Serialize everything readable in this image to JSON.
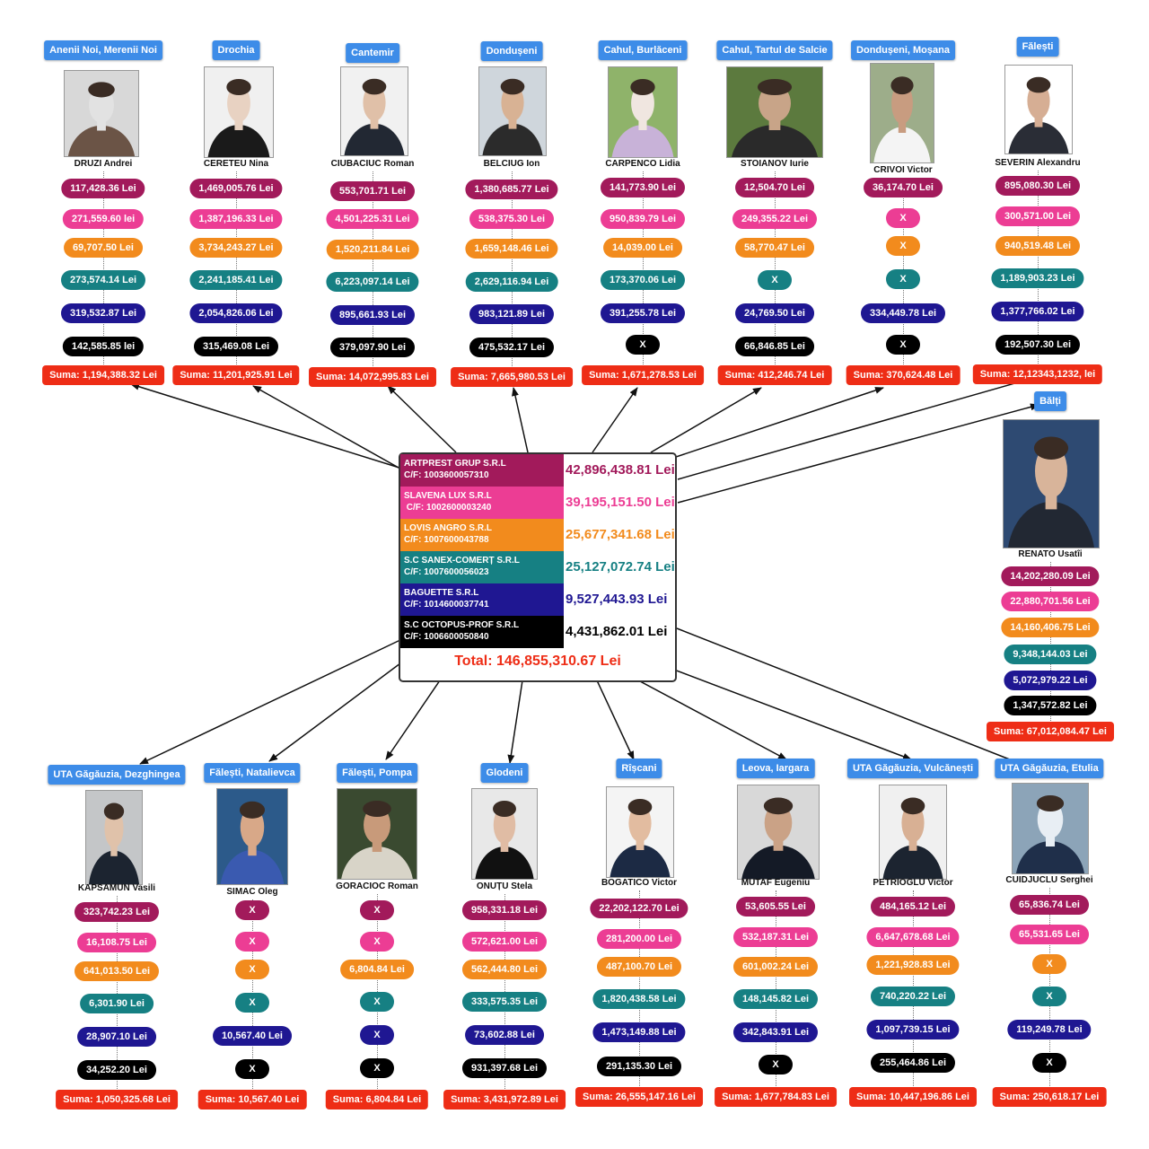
{
  "colors": [
    "#a21a5b",
    "#ec3d94",
    "#f28b1d",
    "#168083",
    "#1f1792",
    "#000000"
  ],
  "companies": [
    {
      "name": "ARTPREST GRUP S.R.L",
      "cf": "C/F: 1003600057310",
      "amount": "42,896,438.81 Lei",
      "color": "#a21a5b"
    },
    {
      "name": "SLAVENA LUX S.R.L",
      "cf": " C/F: 1002600003240",
      "amount": "39,195,151.50 Lei",
      "color": "#ec3d94"
    },
    {
      "name": "LOVIS ANGRO S.R.L",
      "cf": "C/F: 1007600043788",
      "amount": "25,677,341.68 Lei",
      "color": "#f28b1d"
    },
    {
      "name": "S.C SANEX-COMERȚ S.R.L",
      "cf": "C/F: 1007600056023",
      "amount": "25,127,072.74 Lei",
      "color": "#168083"
    },
    {
      "name": "BAGUETTE S.R.L",
      "cf": "C/F: 1014600037741",
      "amount": "9,527,443.93 Lei",
      "color": "#1f1792"
    },
    {
      "name": "S.C OCTOPUS-PROF S.R.L",
      "cf": "C/F: 1006600050840",
      "amount": "4,431,862.01 Lei",
      "color": "#000000"
    }
  ],
  "total": "Total: 146,855,310.67 Lei",
  "people": [
    {
      "location": "Anenii Noi, Merenii Noi",
      "name": "DRUZI Andrei",
      "values": [
        "117,428.36 Lei",
        "271,559.60 lei",
        "69,707.50 Lei",
        "273,574.14 Lei",
        "319,532.87 Lei",
        "142,585.85 lei"
      ],
      "suma": "Suma: 1,194,388.32 Lei"
    },
    {
      "location": "Drochia",
      "name": "CERETEU Nina",
      "values": [
        "1,469,005.76 Lei",
        "1,387,196.33 Lei",
        "3,734,243.27 Lei",
        "2,241,185.41 Lei",
        "2,054,826.06 Lei",
        "315,469.08 Lei"
      ],
      "suma": "Suma: 11,201,925.91 Lei"
    },
    {
      "location": "Cantemir",
      "name": "CIUBACIUC Roman",
      "values": [
        "553,701.71 Lei",
        "4,501,225.31 Lei",
        "1,520,211.84 Lei",
        "6,223,097.14 Lei",
        "895,661.93 Lei",
        "379,097.90 Lei"
      ],
      "suma": "Suma: 14,072,995.83 Lei"
    },
    {
      "location": "Dondușeni",
      "name": "BELCIUG Ion",
      "values": [
        "1,380,685.77 Lei",
        "538,375.30 Lei",
        "1,659,148.46 Lei",
        "2,629,116.94 Lei",
        "983,121.89 Lei",
        "475,532.17 Lei"
      ],
      "suma": "Suma: 7,665,980.53 Lei"
    },
    {
      "location": "Cahul, Burlăceni",
      "name": "CARPENCO Lidia",
      "values": [
        "141,773.90 Lei",
        "950,839.79 Lei",
        "14,039.00 Lei",
        "173,370.06 Lei",
        "391,255.78 Lei",
        "X"
      ],
      "suma": "Suma: 1,671,278.53 Lei"
    },
    {
      "location": "Cahul, Tartul de Salcie",
      "name": "STOIANOV Iurie",
      "values": [
        "12,504.70 Lei",
        "249,355.22 Lei",
        "58,770.47 Lei",
        "X",
        "24,769.50 Lei",
        "66,846.85 Lei"
      ],
      "suma": "Suma: 412,246.74 Lei"
    },
    {
      "location": "Dondușeni, Moșana",
      "name": "CRIVOI Victor",
      "values": [
        "36,174.70 Lei",
        "X",
        "X",
        "X",
        "334,449.78 Lei",
        "X"
      ],
      "suma": "Suma: 370,624.48 Lei"
    },
    {
      "location": "Fălești",
      "name": "SEVERIN Alexandru",
      "values": [
        "895,080.30 Lei",
        "300,571.00 Lei",
        "940,519.48 Lei",
        "1,189,903.23 Lei",
        "1,377,766.02 Lei",
        "192,507.30 Lei"
      ],
      "suma": "Suma: 12,12343,1232, lei"
    },
    {
      "location": "Bălți",
      "name": "RENATO Usatîi",
      "values": [
        "14,202,280.09 Lei",
        "22,880,701.56 Lei",
        "14,160,406.75 Lei",
        "9,348,144.03 Lei",
        "5,072,979.22 Lei",
        "1,347,572.82 Lei"
      ],
      "suma": "Suma: 67,012,084.47 Lei"
    },
    {
      "location": "UTA Găgăuzia, Dezghingea",
      "name": "KAPSAMUN Vasili",
      "values": [
        "323,742.23 Lei",
        "16,108.75 Lei",
        "641,013.50 Lei",
        "6,301.90 Lei",
        "28,907.10 Lei",
        "34,252.20 Lei"
      ],
      "suma": "Suma: 1,050,325.68 Lei"
    },
    {
      "location": "Fălești, Natalievca",
      "name": "SIMAC Oleg",
      "values": [
        "X",
        "X",
        "X",
        "X",
        "10,567.40 Lei",
        "X"
      ],
      "suma": "Suma: 10,567.40 Lei"
    },
    {
      "location": "Fălești, Pompa",
      "name": "GORACIOC Roman",
      "values": [
        "X",
        "X",
        "6,804.84 Lei",
        "X",
        "X",
        "X"
      ],
      "suma": "Suma: 6,804.84 Lei"
    },
    {
      "location": "Glodeni",
      "name": "ONUȚU Stela",
      "values": [
        "958,331.18 Lei",
        "572,621.00 Lei",
        "562,444.80 Lei",
        "333,575.35 Lei",
        "73,602.88 Lei",
        "931,397.68 Lei"
      ],
      "suma": "Suma: 3,431,972.89 Lei"
    },
    {
      "location": "Rîșcani",
      "name": "BOGATICO Victor",
      "values": [
        "22,202,122.70 Lei",
        "281,200.00 Lei",
        "487,100.70 Lei",
        "1,820,438.58 Lei",
        "1,473,149.88 Lei",
        "291,135.30 Lei"
      ],
      "suma": "Suma: 26,555,147.16 Lei"
    },
    {
      "location": "Leova, Iargara",
      "name": "MUTAF Eugeniu",
      "values": [
        "53,605.55 Lei",
        "532,187.31 Lei",
        "601,002.24 Lei",
        "148,145.82 Lei",
        "342,843.91 Lei",
        "X"
      ],
      "suma": "Suma: 1,677,784.83 Lei"
    },
    {
      "location": "UTA Găgăuzia, Vulcănești",
      "name": "PETRIOGLU Victor",
      "values": [
        "484,165.12 Lei",
        "6,647,678.68 Lei",
        "1,221,928.83 Lei",
        "740,220.22 Lei",
        "1,097,739.15 Lei",
        "255,464.86 Lei"
      ],
      "suma": "Suma: 10,447,196.86 Lei"
    },
    {
      "location": "UTA Găgăuzia, Etulia",
      "name": "CUIDJUCLU Serghei",
      "values": [
        "65,836.74 Lei",
        "65,531.65 Lei",
        "X",
        "X",
        "119,249.78 Lei",
        "X"
      ],
      "suma": "Suma: 250,618.17 Lei"
    }
  ]
}
